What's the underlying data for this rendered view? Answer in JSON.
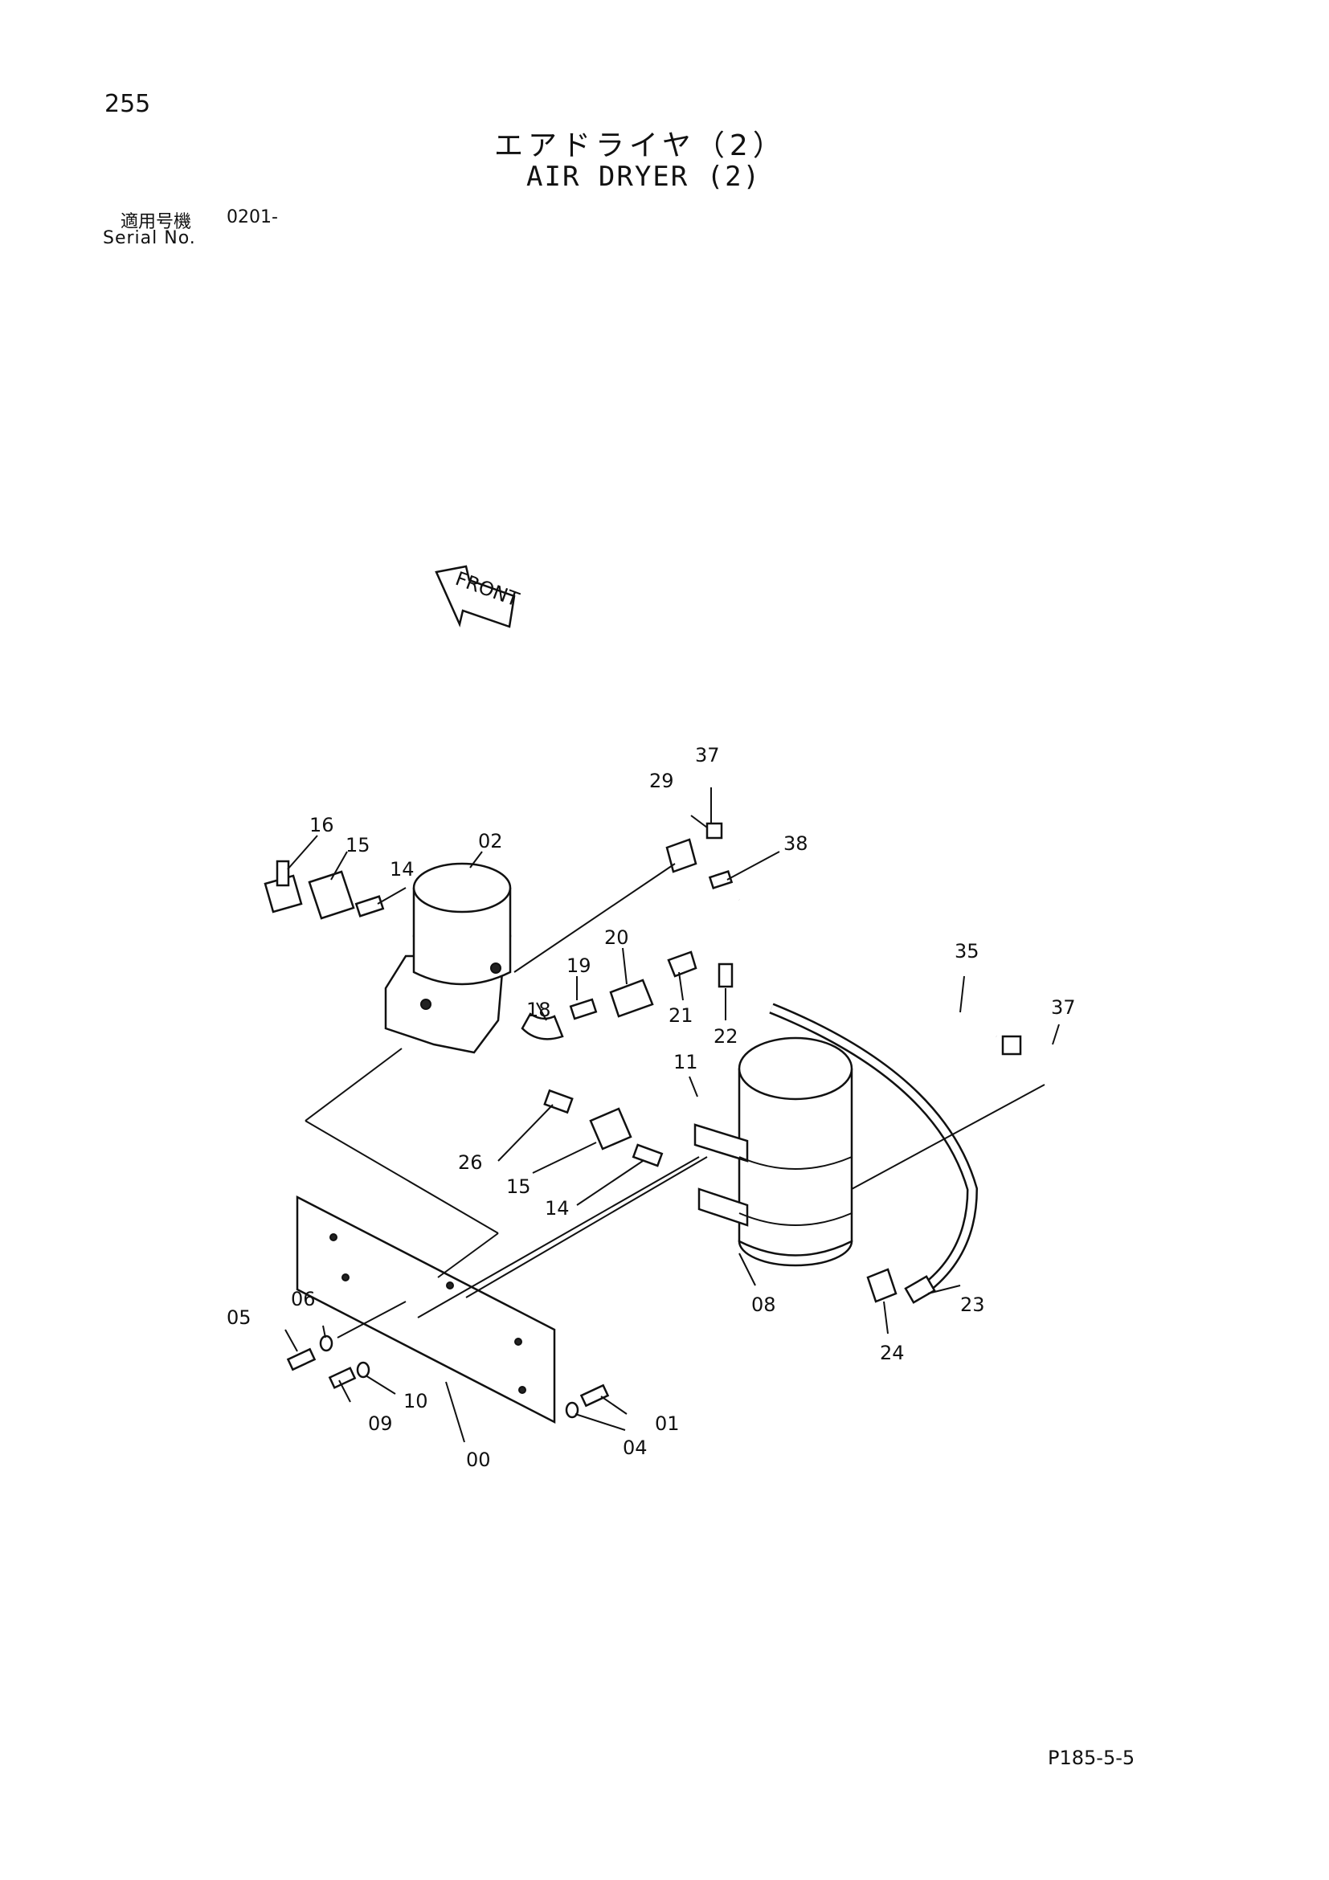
{
  "header": {
    "page_number": "255",
    "title_jp": "エアドライヤ（2）",
    "title_en": "AIR DRYER (2)",
    "serial_label_jp": "適用号機",
    "serial_value": "0201-",
    "serial_label_en": "Serial No."
  },
  "footer": {
    "page_code": "P185-5-5"
  },
  "diagram": {
    "front_label": "FRONT",
    "callouts": [
      "00",
      "01",
      "02",
      "04",
      "05",
      "06",
      "08",
      "09",
      "10",
      "11",
      "14",
      "14",
      "15",
      "15",
      "16",
      "18",
      "19",
      "20",
      "21",
      "22",
      "23",
      "24",
      "26",
      "29",
      "35",
      "37",
      "37",
      "38"
    ]
  }
}
